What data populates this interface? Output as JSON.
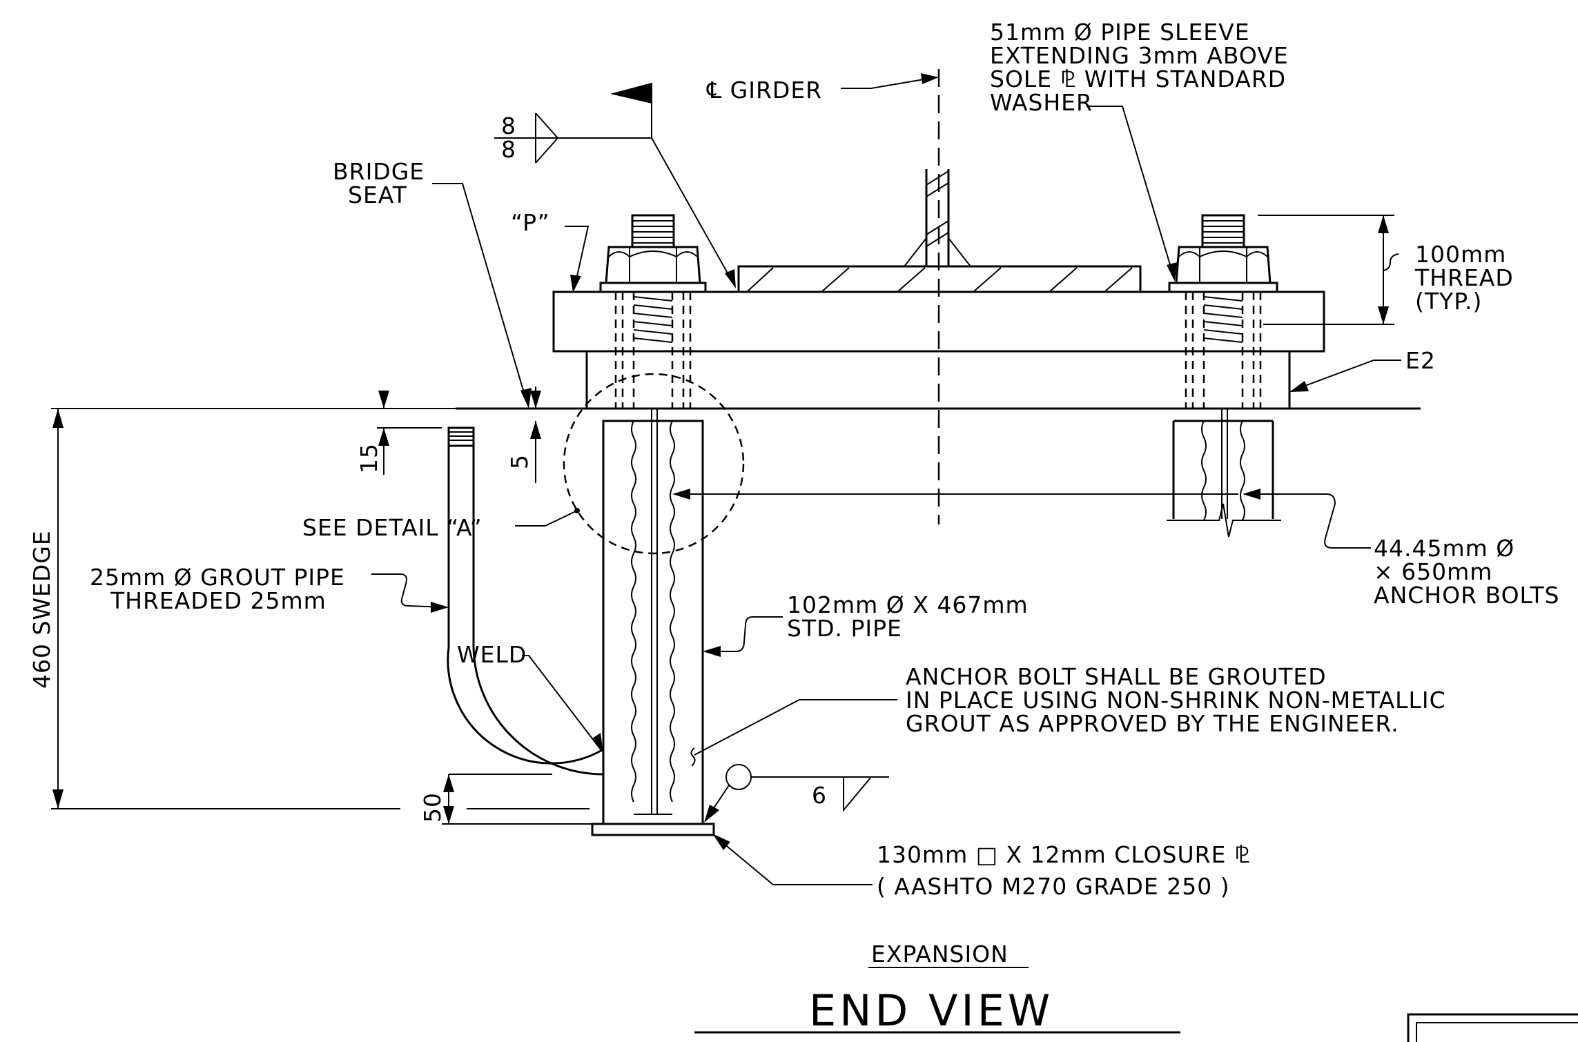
{
  "labels": {
    "girder": "℄ GIRDER",
    "pipe_sleeve": [
      "51mm  Ø PIPE SLEEVE",
      "EXTENDING 3mm  ABOVE",
      "SOLE ⅊ WITH STANDARD",
      "WASHER"
    ],
    "weld_symbol": [
      "8",
      "8"
    ],
    "bridge_seat": [
      "BRIDGE",
      "SEAT"
    ],
    "p": "“P”",
    "thread": [
      "100mm",
      "THREAD",
      "(TYP.)"
    ],
    "e2": "E2",
    "dim_15": "15",
    "dim_5": "5",
    "dim_50": "50",
    "swedge": "460 SWEDGE",
    "see_detail": "SEE DETAIL “A”",
    "grout_pipe": [
      "25mm  Ø GROUT PIPE",
      "THREADED 25mm"
    ],
    "anchor_bolts": [
      "44.45mm  Ø",
      "× 650mm",
      "ANCHOR BOLTS"
    ],
    "std_pipe": [
      "102mm  Ø X 467mm",
      "STD. PIPE"
    ],
    "weld": "WELD",
    "grout_note": [
      "ANCHOR BOLT SHALL BE GROUTED",
      "IN PLACE USING NON-SHRINK NON-METALLIC",
      "GROUT AS APPROVED BY THE ENGINEER."
    ],
    "fillet_weld": "6",
    "closure_plate": [
      "130mm □ X 12mm  CLOSURE ⅊",
      "( AASHTO M270 GRADE 250 )"
    ]
  },
  "title": {
    "subtitle": "EXPANSION",
    "main": "END VIEW"
  }
}
